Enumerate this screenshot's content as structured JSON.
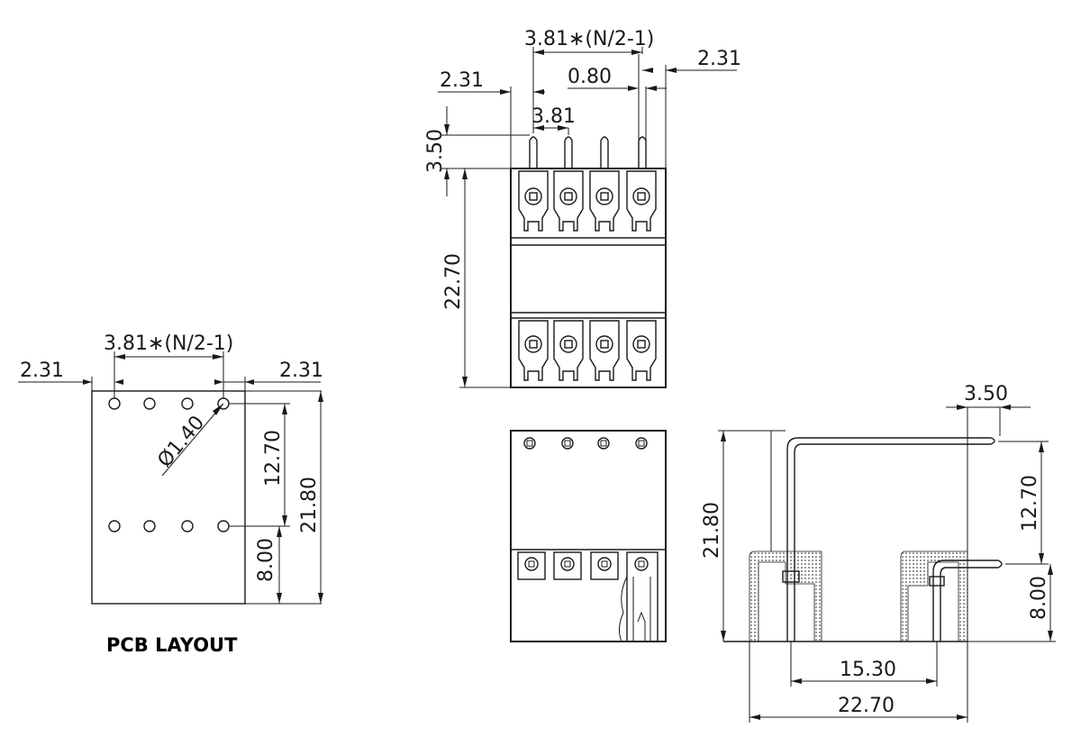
{
  "pcb_layout": {
    "title": "PCB LAYOUT",
    "dims": {
      "pitch_formula": "3.81∗(N/2-1)",
      "left_offset": "2.31",
      "right_offset": "2.31",
      "hole_diameter": "Ø1.40",
      "row_spacing": "12.70",
      "total_height": "21.80",
      "bottom_offset": "8.00"
    }
  },
  "top_view": {
    "dims": {
      "pitch_formula": "3.81∗(N/2-1)",
      "right_offset": "2.31",
      "left_offset": "2.31",
      "pin_width": "0.80",
      "pitch": "3.81",
      "pin_length": "3.50",
      "body_length": "22.70"
    }
  },
  "side_view": {
    "dims": {
      "pin_extension": "3.50",
      "total_height": "21.80",
      "row_spacing": "12.70",
      "bottom_offset": "8.00",
      "pin_spacing": "15.30",
      "body_length": "22.70"
    }
  }
}
